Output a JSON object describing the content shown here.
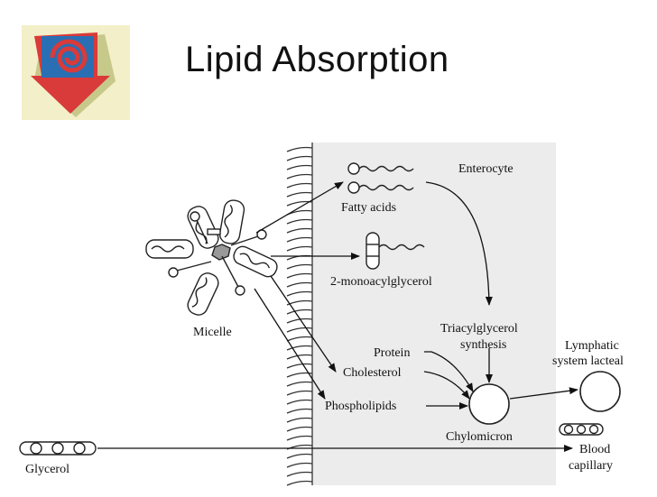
{
  "slide": {
    "title": "Lipid Absorption"
  },
  "logo": {
    "name": "spiral-down-arrow-logo"
  },
  "diagram": {
    "labels": {
      "enterocyte": "Enterocyte",
      "fatty_acids": "Fatty acids",
      "monoacylglycerol": "2-monoacylglycerol",
      "micelle": "Micelle",
      "triacylglycerol_line1": "Triacylglycerol",
      "triacylglycerol_line2": "synthesis",
      "protein": "Protein",
      "cholesterol": "Cholesterol",
      "phospholipids": "Phospholipids",
      "chylomicron": "Chylomicron",
      "lymphatic_line1": "Lymphatic",
      "lymphatic_line2": "system lacteal",
      "blood_line1": "Blood",
      "blood_line2": "capillary",
      "glycerol": "Glycerol"
    }
  }
}
